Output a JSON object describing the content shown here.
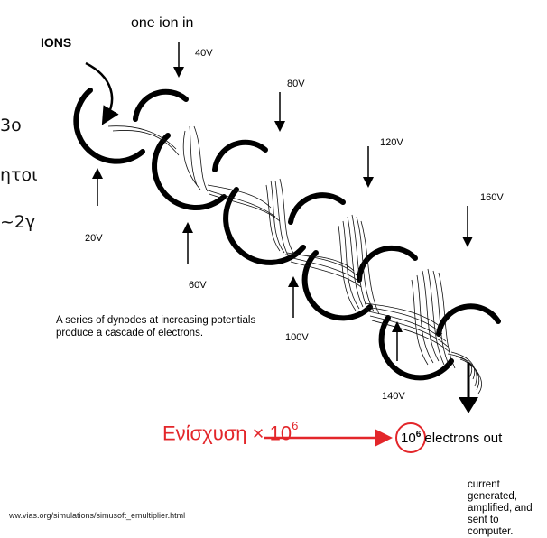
{
  "slide_fragments": [
    "3o",
    "ητοι",
    "~2γ"
  ],
  "figure": {
    "top_label": "one ion in",
    "ions_label": "IONS",
    "voltages": {
      "v20": "20V",
      "v40": "40V",
      "v60": "60V",
      "v80": "80V",
      "v100": "100V",
      "v120": "120V",
      "v140": "140V",
      "v160": "160V"
    },
    "caption": "A series of dynodes at increasing potentials produce a cascade of electrons.",
    "output": {
      "base": "10",
      "exponent": "6",
      "text": "electrons out",
      "sub": [
        "current generated,",
        "amplified, and",
        "sent to computer."
      ]
    },
    "url": "ww.vias.org/simulations/simusoft_emultiplier.html"
  },
  "annotation": {
    "gain_text": "Ενίσχυση × 10",
    "gain_exponent": "6",
    "color": "#e3262a"
  }
}
